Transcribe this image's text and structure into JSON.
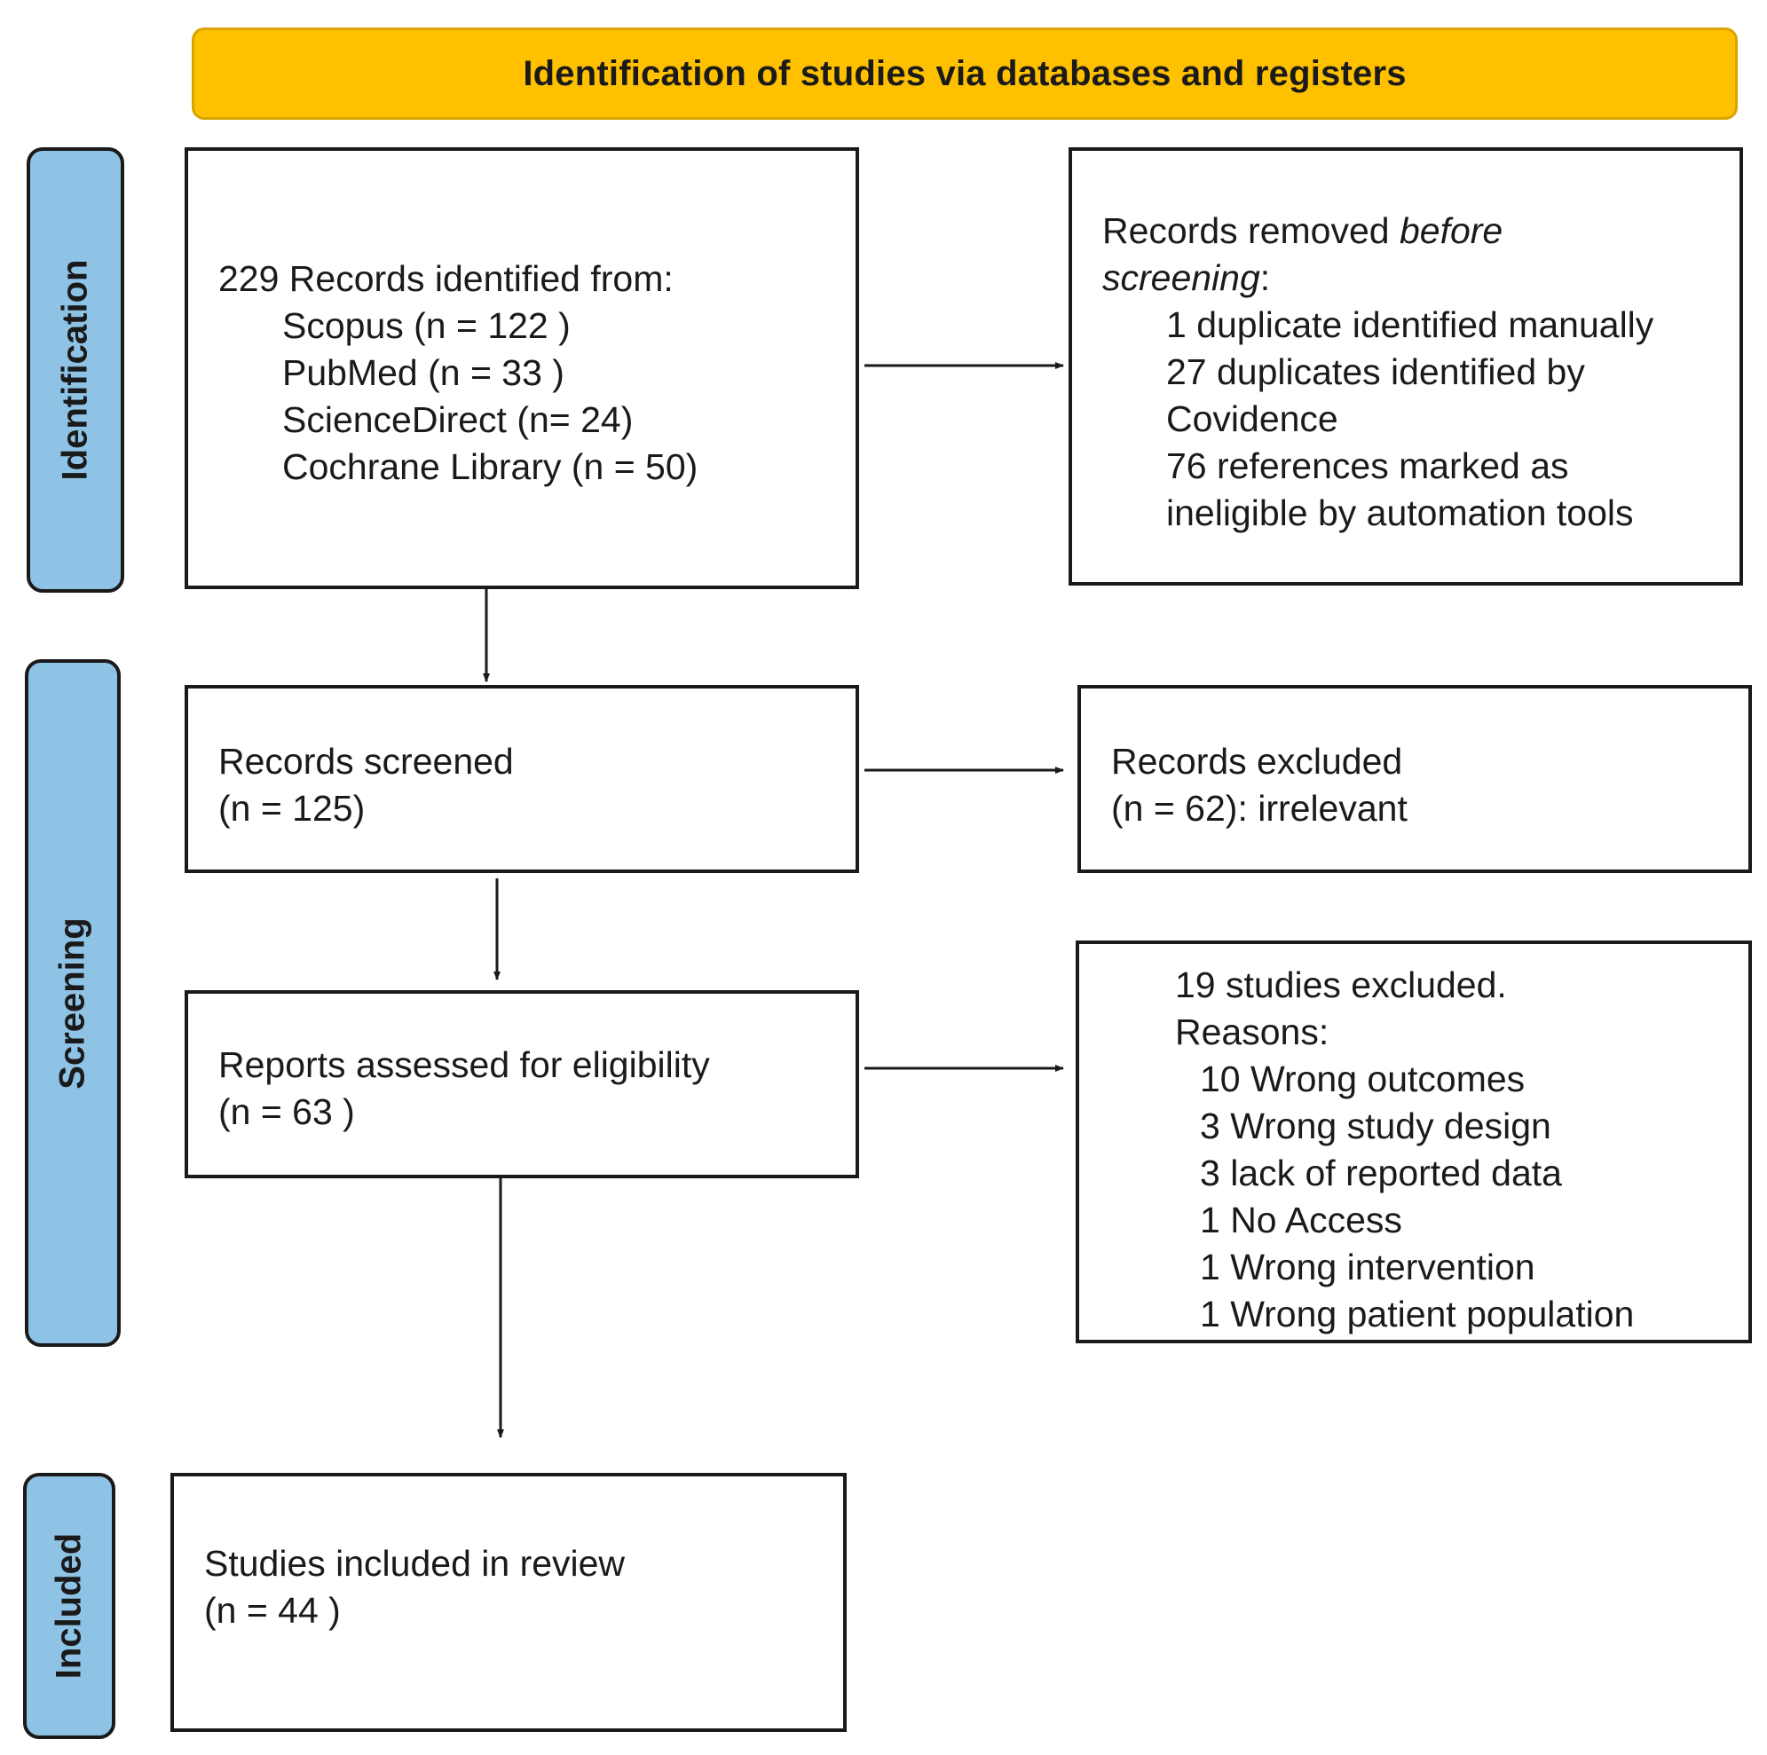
{
  "banner": {
    "title": "Identification of studies via databases and registers"
  },
  "stages": {
    "identification": "Identification",
    "screening": "Screening",
    "included": "Included"
  },
  "identified": {
    "heading": "229 Records identified from:",
    "sources": [
      "Scopus (n = 122 )",
      "PubMed (n = 33 )",
      "ScienceDirect (n= 24)",
      "Cochrane Library (n = 50)"
    ]
  },
  "removed": {
    "heading_prefix": "Records removed ",
    "heading_emph_1": "before",
    "heading_emph_2": "screening",
    "heading_suffix": ":",
    "lines": [
      "1 duplicate identified manually",
      "27 duplicates identified by",
      "Covidence",
      "76 references marked as",
      "ineligible by automation tools"
    ]
  },
  "screened": {
    "line1": "Records screened",
    "line2": "(n = 125)"
  },
  "excluded_records": {
    "line1": "Records excluded",
    "line2": "(n = 62): irrelevant"
  },
  "assessed": {
    "line1": "Reports assessed for eligibility",
    "line2": "(n = 63 )"
  },
  "excluded_studies": {
    "line1": "19 studies excluded.",
    "line2": "Reasons:",
    "reasons": [
      "10 Wrong outcomes",
      "3 Wrong study design",
      "3 lack of reported data",
      "1 No Access",
      "1 Wrong intervention",
      "1 Wrong patient population"
    ]
  },
  "included": {
    "line1": "Studies included in review",
    "line2": "(n = 44 )"
  }
}
